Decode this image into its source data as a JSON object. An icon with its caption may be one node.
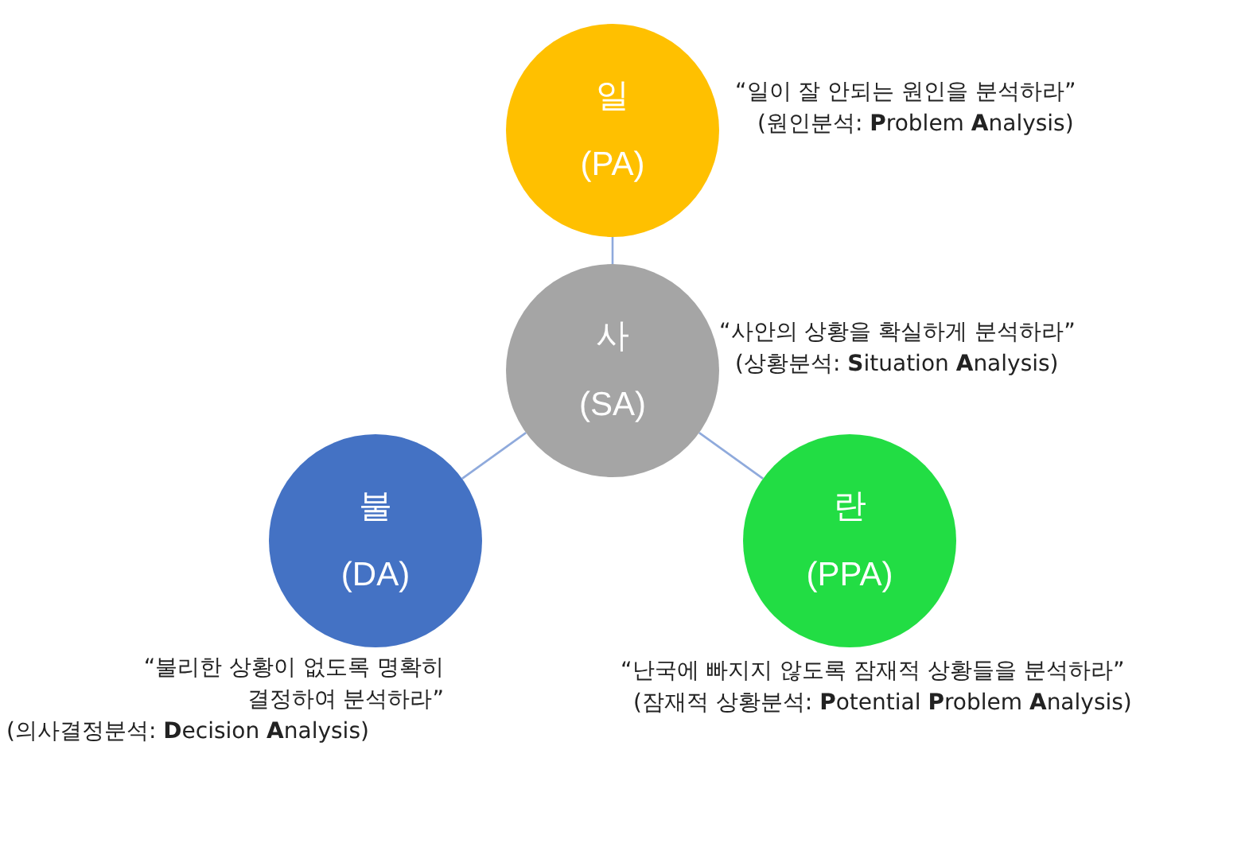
{
  "diagram": {
    "nodes": [
      {
        "text": [
          "일",
          "(PA)"
        ],
        "beside": [
          "“일이 잘 안되는 원인을 분석하라”",
          "(원인분석: **P**roblem **A**nalysis)"
        ]
      },
      {
        "text": [
          "사",
          "(SA)"
        ],
        "beside": [
          "“사안의 상황을 확실하게 분석하라”",
          "(상황분석: **S**ituation **A**nalysis)"
        ]
      },
      {
        "text": [
          "불",
          "(DA)"
        ],
        "beside": [
          "“불리한 상황이 없도록 명확히 결정하여 분석하라”",
          "(의사결정분석: **D**ecision **A**nalysis)"
        ]
      },
      {
        "text": [
          "란",
          "(PPA)"
        ],
        "beside": [
          "“난국에 빠지지 않도록 잠재적 상황들을 분석하라”",
          "(잠재적 상황분석: **P**otential **P**roblem **A**nalysis)"
        ]
      }
    ],
    "edges": [
      {
        "from": 1,
        "to": 0,
        "arrow": "none"
      },
      {
        "from": 1,
        "to": 2,
        "arrow": "none"
      },
      {
        "from": 1,
        "to": 3,
        "arrow": "none"
      }
    ]
  }
}
